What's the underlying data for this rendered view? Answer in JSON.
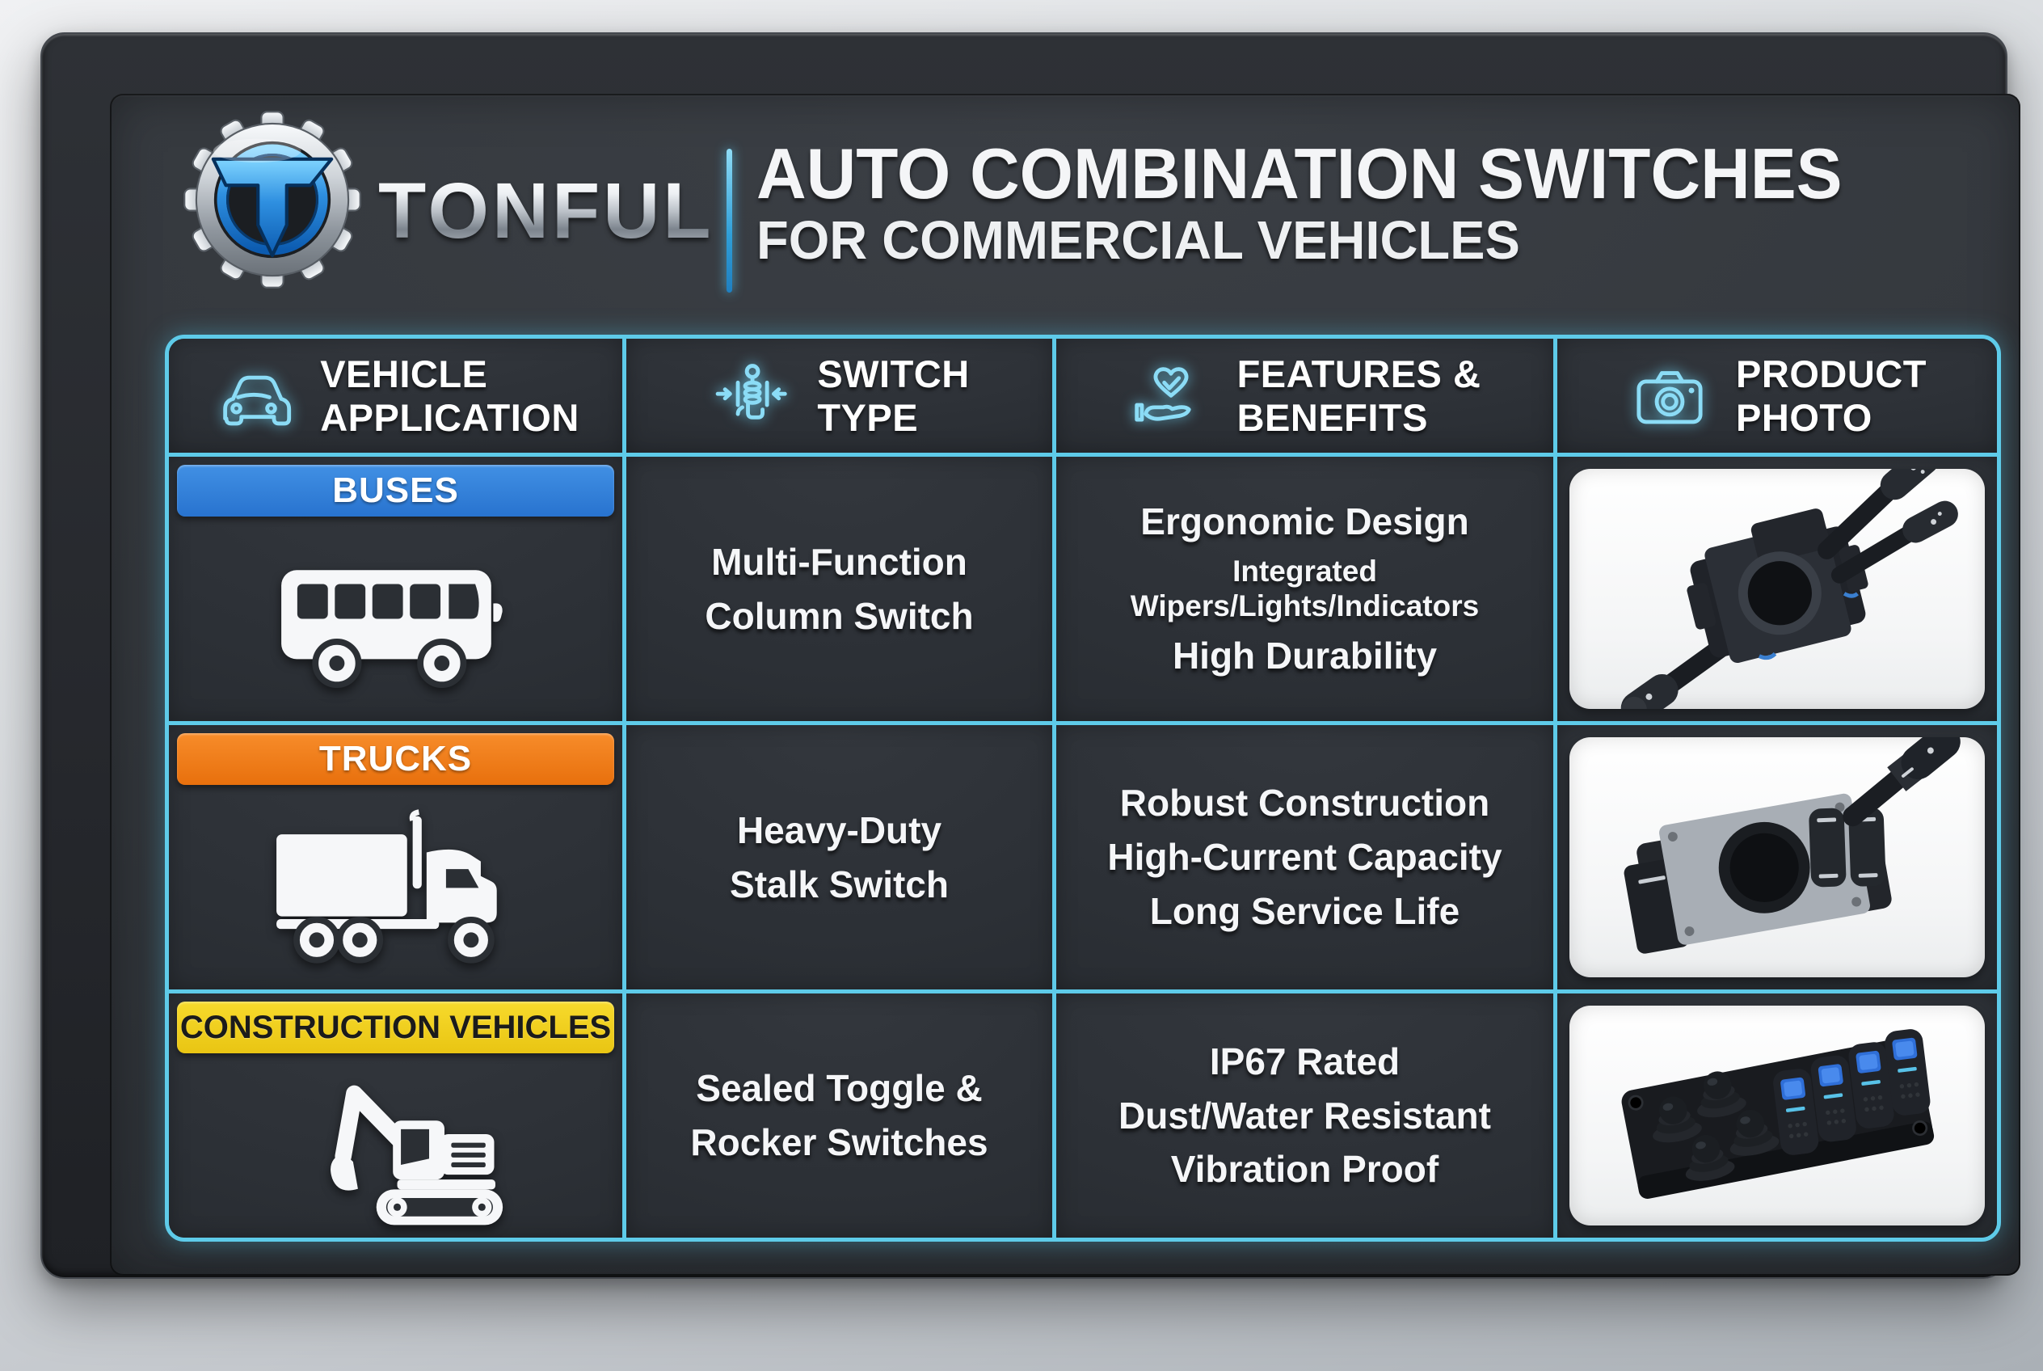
{
  "brand": {
    "name": "TONFUL",
    "logo": "tonful-gear-logo"
  },
  "title": {
    "line1": "AUTO COMBINATION SWITCHES",
    "line2": "FOR COMMERCIAL VEHICLES"
  },
  "table": {
    "headers": [
      {
        "icon": "car-icon",
        "lines": [
          "VEHICLE",
          "APPLICATION"
        ]
      },
      {
        "icon": "stalk-switch-icon",
        "lines": [
          "SWITCH",
          "TYPE"
        ]
      },
      {
        "icon": "heart-hand-icon",
        "lines": [
          "FEATURES &",
          "BENEFITS"
        ]
      },
      {
        "icon": "camera-icon",
        "lines": [
          "PRODUCT",
          "PHOTO"
        ]
      }
    ],
    "rows": [
      {
        "application": "BUSES",
        "badge_color": "#2e7fd8",
        "vehicle_icon": "bus-icon",
        "switch_type": [
          "Multi-Function",
          "Column Switch"
        ],
        "features": [
          "Ergonomic Design",
          "Integrated Wipers/Lights/Indicators",
          "High Durability"
        ],
        "photo": "multi-function-column-switch-photo"
      },
      {
        "application": "TRUCKS",
        "badge_color": "#f07c1b",
        "vehicle_icon": "truck-icon",
        "switch_type": [
          "Heavy-Duty",
          "Stalk Switch"
        ],
        "features": [
          "Robust Construction",
          "High-Current Capacity",
          "Long Service Life"
        ],
        "photo": "heavy-duty-stalk-switch-photo"
      },
      {
        "application": "CONSTRUCTION VEHICLES",
        "badge_color": "#f2d21f",
        "vehicle_icon": "excavator-icon",
        "switch_type": [
          "Sealed Toggle &",
          "Rocker Switches"
        ],
        "features": [
          "IP67 Rated",
          "Dust/Water Resistant",
          "Vibration Proof"
        ],
        "photo": "sealed-toggle-rocker-switches-photo"
      }
    ]
  },
  "colors": {
    "accent_cyan": "#5ecbe9",
    "badge_blue": "#2e7fd8",
    "badge_orange": "#f07c1b",
    "badge_yellow": "#f2d21f",
    "panel_dark": "#2c3036",
    "background_gray": "#c9cdd2",
    "logo_blue": "#2e8fe0"
  }
}
